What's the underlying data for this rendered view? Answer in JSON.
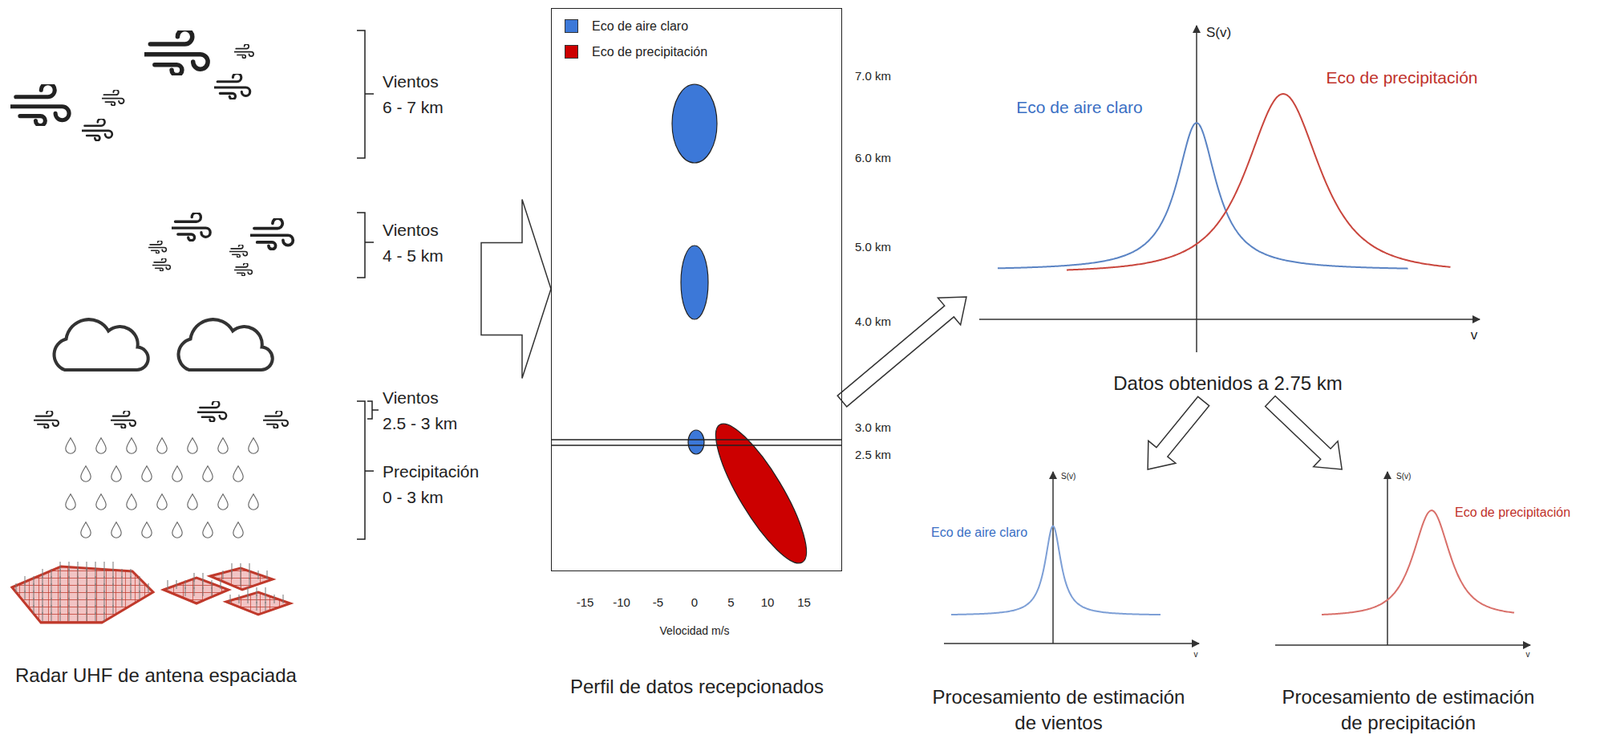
{
  "diagram": {
    "nodes": [
      {
        "text": [
          "Radar UHF de antena espaciada"
        ]
      },
      {
        "text": [
          "Perfil de datos recepcionados"
        ]
      },
      {
        "text": [
          "Datos obtenidos a 2.75 km"
        ]
      },
      {
        "text": [
          "Procesamiento de estimación de vientos"
        ]
      },
      {
        "text": [
          "Procesamiento de estimación de precipitación"
        ]
      }
    ],
    "edges": [
      {
        "from": 0,
        "to": 1,
        "arrow": "to"
      },
      {
        "from": 1,
        "to": 2,
        "arrow": "to"
      },
      {
        "from": 2,
        "to": 3,
        "arrow": "to"
      },
      {
        "from": 2,
        "to": 4,
        "arrow": "to"
      }
    ],
    "labels": [
      "Vientos 6 - 7 km",
      "Vientos 4 - 5 km",
      "Vientos 2.5 - 3 km",
      "Precipitación 0 - 3 km",
      "7.0 km",
      "6.0 km",
      "5.0 km",
      "4.0 km",
      "3.0 km",
      "2.5 km",
      "-15",
      "-10",
      "-5",
      "0",
      "5",
      "10",
      "15",
      "Velocidad m/s",
      "S(v)",
      "v",
      "Eco de aire claro",
      "Eco de precipitación",
      "S(v)",
      "v",
      "Eco de aire claro",
      "S(v)",
      "v",
      "Eco de precipitación"
    ],
    "legend": [
      {
        "text": "Eco de aire claro",
        "color": "#3c78d8"
      },
      {
        "text": "Eco de precipitación",
        "color": "#cc0000"
      }
    ]
  }
}
